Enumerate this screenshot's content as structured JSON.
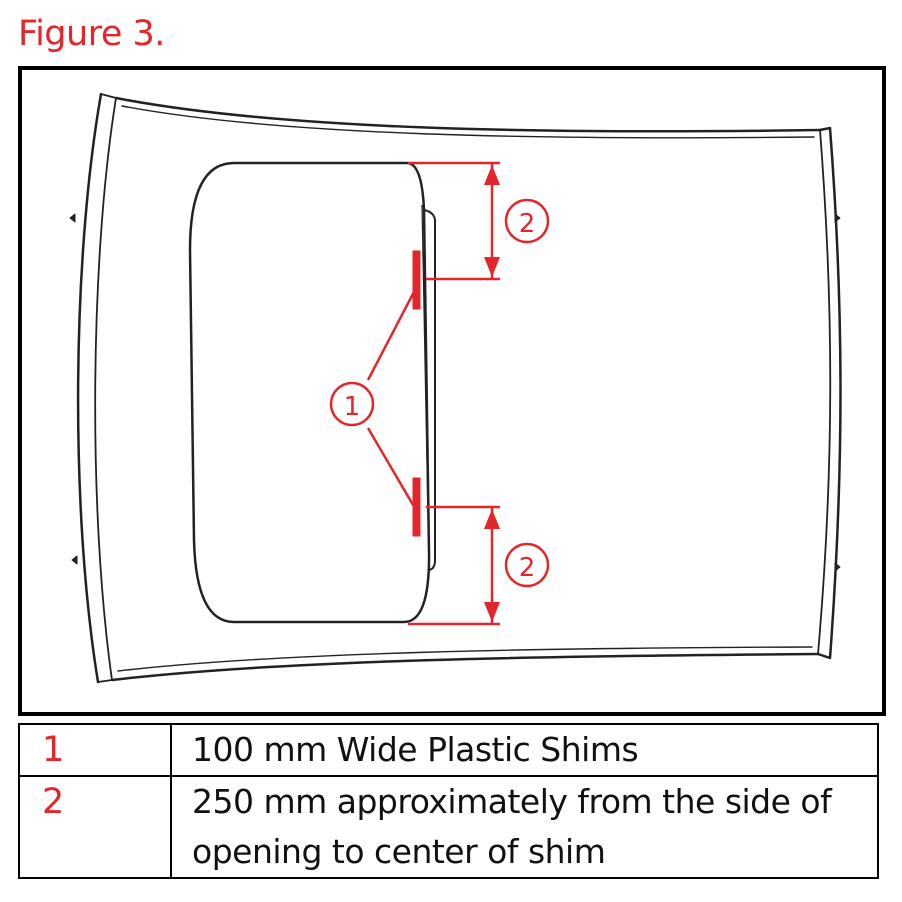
{
  "title": "Figure 3.",
  "callouts": {
    "shim": "1",
    "distance": "2"
  },
  "legend": [
    {
      "number": "1",
      "text": "100 mm Wide Plastic Shims"
    },
    {
      "number": "2",
      "text": "250  mm  approximately  from  the side of opening to center of shim"
    }
  ],
  "colors": {
    "accent": "#e3262b",
    "outline": "#000000"
  }
}
